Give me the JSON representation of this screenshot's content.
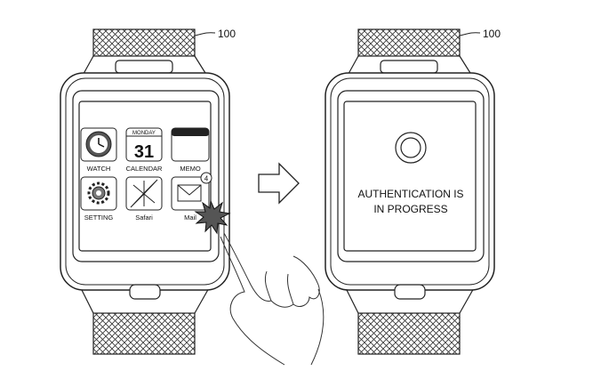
{
  "left_device": {
    "ref_label": "100",
    "apps": [
      {
        "label": "WATCH",
        "icon": "clock-icon"
      },
      {
        "label": "CALENDAR",
        "icon": "calendar-icon",
        "day": "MONDAY",
        "date": "31"
      },
      {
        "label": "MEMO",
        "icon": "memo-icon"
      },
      {
        "label": "SETTING",
        "icon": "gear-icon"
      },
      {
        "label": "Safari",
        "icon": "compass-icon"
      },
      {
        "label": "Mail",
        "icon": "mail-icon",
        "badge": "4"
      }
    ]
  },
  "right_device": {
    "ref_label": "100",
    "message_line1": "AUTHENTICATION IS",
    "message_line2": "IN PROGRESS"
  }
}
